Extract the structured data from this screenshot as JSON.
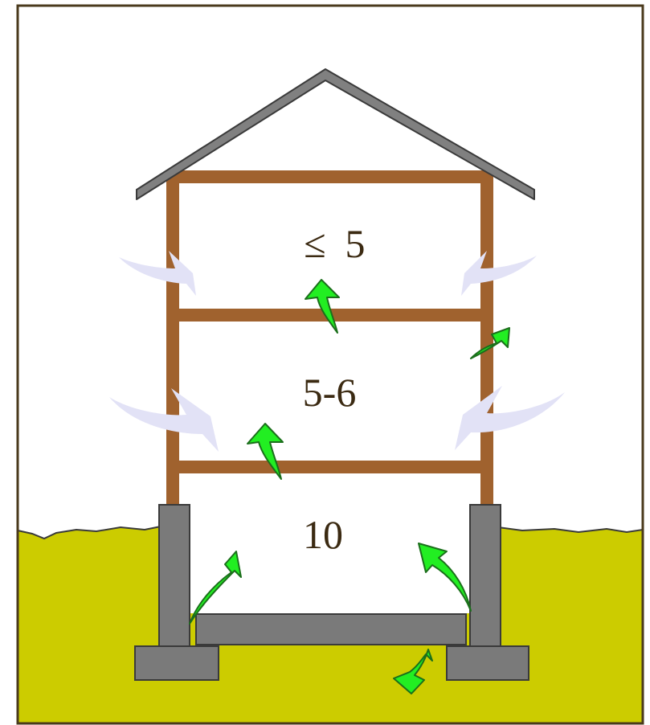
{
  "diagram": {
    "floors": [
      {
        "id": "top",
        "label": "5",
        "prefix_symbol": "≤"
      },
      {
        "id": "middle",
        "label": "5-6"
      },
      {
        "id": "basement",
        "label": "10"
      }
    ]
  },
  "colors": {
    "background": "#ffffff",
    "border": "#4a3a1c",
    "ground": "#cccc00",
    "wood_frame": "#a0622e",
    "roof": "#808080",
    "concrete": "#7a7a7a",
    "concrete_outline": "#3a3a3a",
    "air_arrow": "#e2e2f6",
    "radon_arrow": "#22ee22",
    "radon_arrow_outline": "#1b6f1b",
    "text": "#3b2a12"
  },
  "icons": {
    "air_infiltration": "curved-arrow-icon",
    "radon_flow": "curved-arrow-icon"
  }
}
